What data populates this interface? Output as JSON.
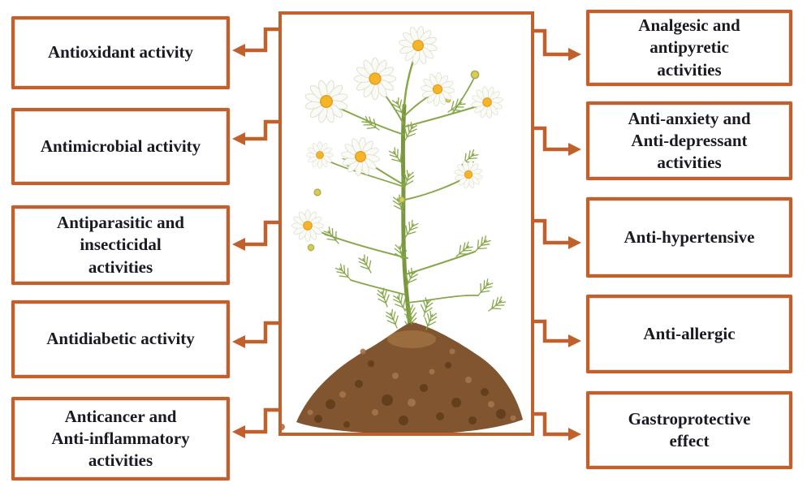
{
  "diagram": {
    "subject": "chamomile plant pharmacological activities",
    "colors": {
      "accent": "#c0602c",
      "text": "#1a1a24",
      "background": "#ffffff",
      "flower_petal": "#fbfbf6",
      "flower_center": "#f6b428",
      "foliage": "#86a848",
      "soil": "#80552f"
    },
    "center": {
      "illustration": "chamomile-plant-in-soil-mound"
    },
    "left_boxes": [
      {
        "label": "Antioxidant activity"
      },
      {
        "label": "Antimicrobial activity"
      },
      {
        "label": "Antiparasitic and\ninsecticidal\nactivities"
      },
      {
        "label": "Antidiabetic activity"
      },
      {
        "label": "Anticancer and\nAnti-inflammatory\nactivities"
      }
    ],
    "right_boxes": [
      {
        "label": "Analgesic and\nantipyretic\nactivities"
      },
      {
        "label": "Anti-anxiety and\nAnti-depressant\nactivities"
      },
      {
        "label": "Anti-hypertensive"
      },
      {
        "label": "Anti-allergic"
      },
      {
        "label": "Gastroprotective\neffect"
      }
    ]
  }
}
